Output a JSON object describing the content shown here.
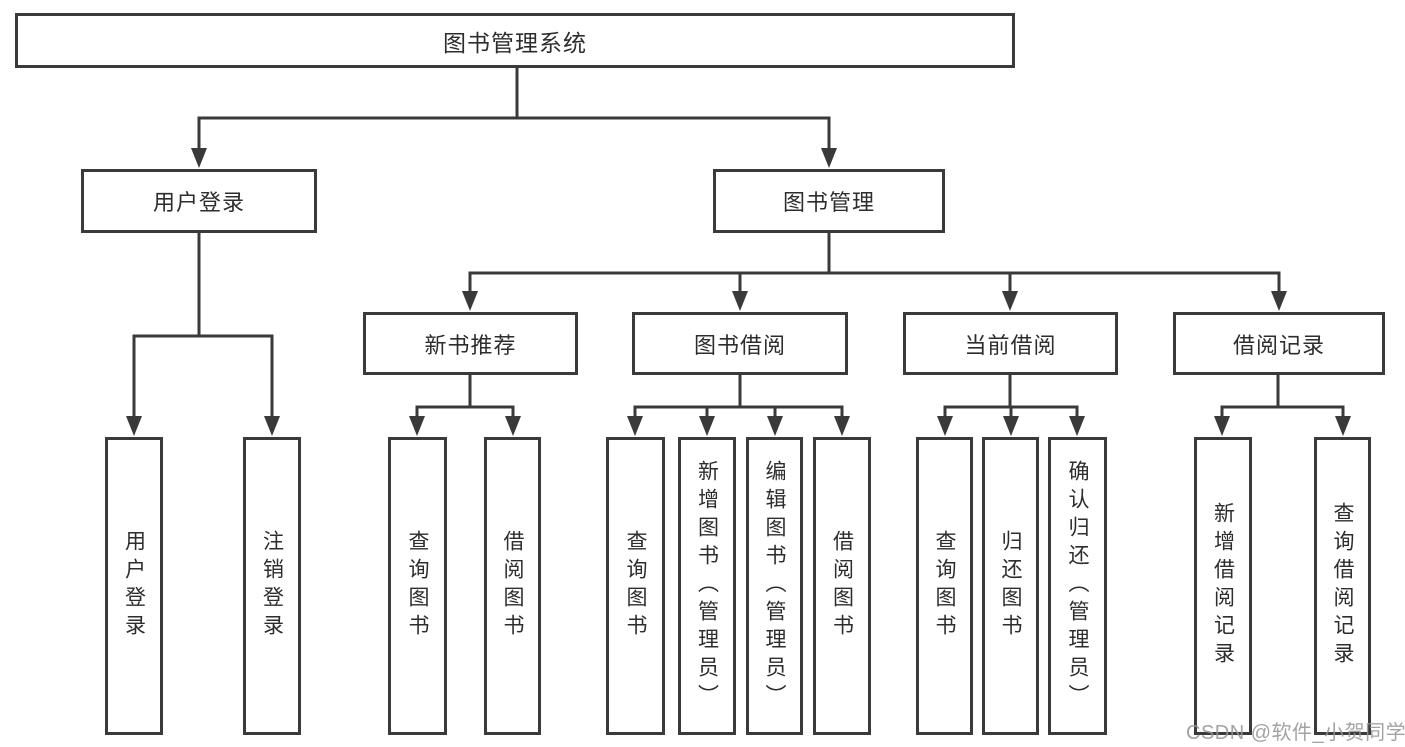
{
  "diagram": {
    "root": {
      "label": "图书管理系统"
    },
    "level2": [
      {
        "label": "用户登录"
      },
      {
        "label": "图书管理"
      }
    ],
    "level3": [
      {
        "label": "新书推荐",
        "parent": "图书管理"
      },
      {
        "label": "图书借阅",
        "parent": "图书管理"
      },
      {
        "label": "当前借阅",
        "parent": "图书管理"
      },
      {
        "label": "借阅记录",
        "parent": "图书管理"
      }
    ],
    "leaves": [
      {
        "label": "用户登录",
        "parent": "用户登录"
      },
      {
        "label": "注销登录",
        "parent": "用户登录"
      },
      {
        "label": "查询图书",
        "parent": "新书推荐"
      },
      {
        "label": "借阅图书",
        "parent": "新书推荐"
      },
      {
        "label": "查询图书",
        "parent": "图书借阅"
      },
      {
        "label": "新增图书（管理员）",
        "parent": "图书借阅"
      },
      {
        "label": "编辑图书（管理员）",
        "parent": "图书借阅"
      },
      {
        "label": "借阅图书",
        "parent": "图书借阅"
      },
      {
        "label": "查询图书",
        "parent": "当前借阅"
      },
      {
        "label": "归还图书",
        "parent": "当前借阅"
      },
      {
        "label": "确认归还（管理员）",
        "parent": "当前借阅"
      },
      {
        "label": "新增借阅记录",
        "parent": "借阅记录"
      },
      {
        "label": "查询借阅记录",
        "parent": "借阅记录"
      }
    ]
  },
  "watermark": {
    "text": "CSDN @软件_小贺同学"
  },
  "colors": {
    "line": "#3a3a3a",
    "text": "#2d2d2d",
    "background": "#ffffff",
    "watermark": "#969696"
  }
}
